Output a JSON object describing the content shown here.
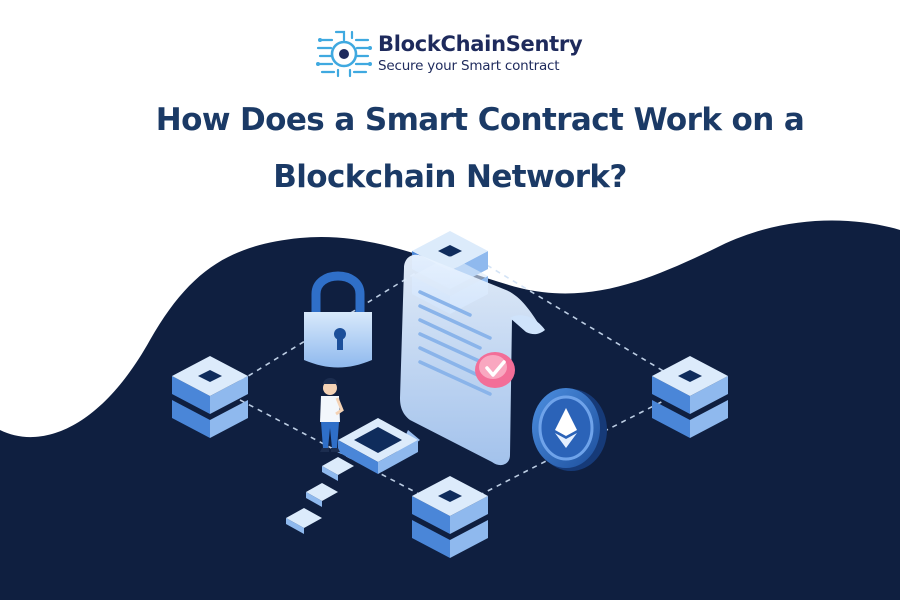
{
  "logo": {
    "brand": "BlockChainSentry",
    "tagline": "Secure your Smart contract"
  },
  "headline": {
    "line1": "How Does a Smart Contract Work on a",
    "line2": "Blockchain Network?"
  },
  "colors": {
    "navy_background": "#0f1f40",
    "headline_text": "#1b3a66",
    "logo_text": "#1e2a5c",
    "logo_accent": "#3fa9e0",
    "server_light": "#dcebfb",
    "server_mid": "#8fb9ee",
    "server_dark": "#4a86d8",
    "check_badge": "#f36e98"
  },
  "illustration": {
    "icons": [
      "server-icon",
      "padlock-icon",
      "contract-document-icon",
      "checkmark-badge-icon",
      "ethereum-coin-icon",
      "person-icon"
    ]
  }
}
